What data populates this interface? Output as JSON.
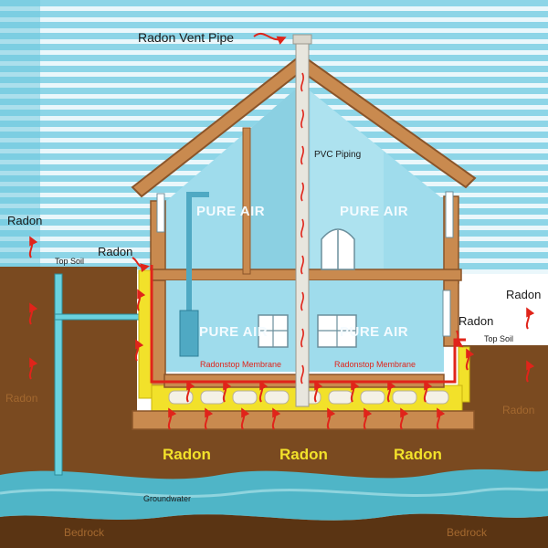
{
  "labels": {
    "vent_pipe": "Radon Vent Pipe",
    "pvc_piping": "PVC Piping",
    "pure_air": "PURE AIR",
    "radon": "Radon",
    "top_soil": "Top Soil",
    "membrane": "Radonstop Membrane",
    "groundwater": "Groundwater",
    "bedrock": "Bedrock"
  },
  "colors": {
    "sky_stripe": "#7fd0e4",
    "sky_band": "#e9f7fb",
    "wall": "#c98a4f",
    "wall_edge": "#8a5429",
    "glass": "#9fdcec",
    "soil": "#7a4a20",
    "soil_dark": "#5a3413",
    "water": "#4fb5c7",
    "water_light": "#7ecad6",
    "insulation": "#f2e12a",
    "radon_red": "#e0241a",
    "pipe": "#e8e6de",
    "pure_air_text": "#f4fbff"
  }
}
